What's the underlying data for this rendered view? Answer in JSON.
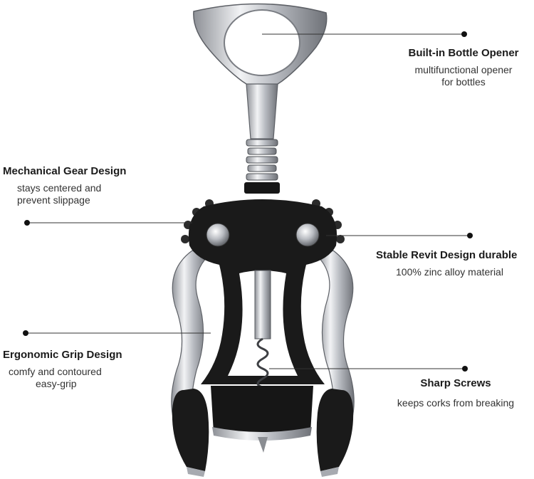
{
  "features": {
    "opener": {
      "title": "Built-in Bottle Opener",
      "line1": "multifunctional opener",
      "line2": "for bottles"
    },
    "gear": {
      "title": "Mechanical Gear Design",
      "line1": "stays centered and",
      "line2": "prevent slippage"
    },
    "rivet": {
      "title": "Stable Revit Design  durable",
      "line1": "100% zinc alloy material"
    },
    "grip": {
      "title": "Ergonomic Grip Design",
      "line1": "comfy and contoured",
      "line2": "easy-grip"
    },
    "screws": {
      "title": "Sharp Screws",
      "line1": "keeps corks from breaking"
    }
  },
  "colors": {
    "line": "#333333",
    "dot": "#111111",
    "chrome": "#c9ccd1",
    "rubber": "#1a1a1a"
  }
}
